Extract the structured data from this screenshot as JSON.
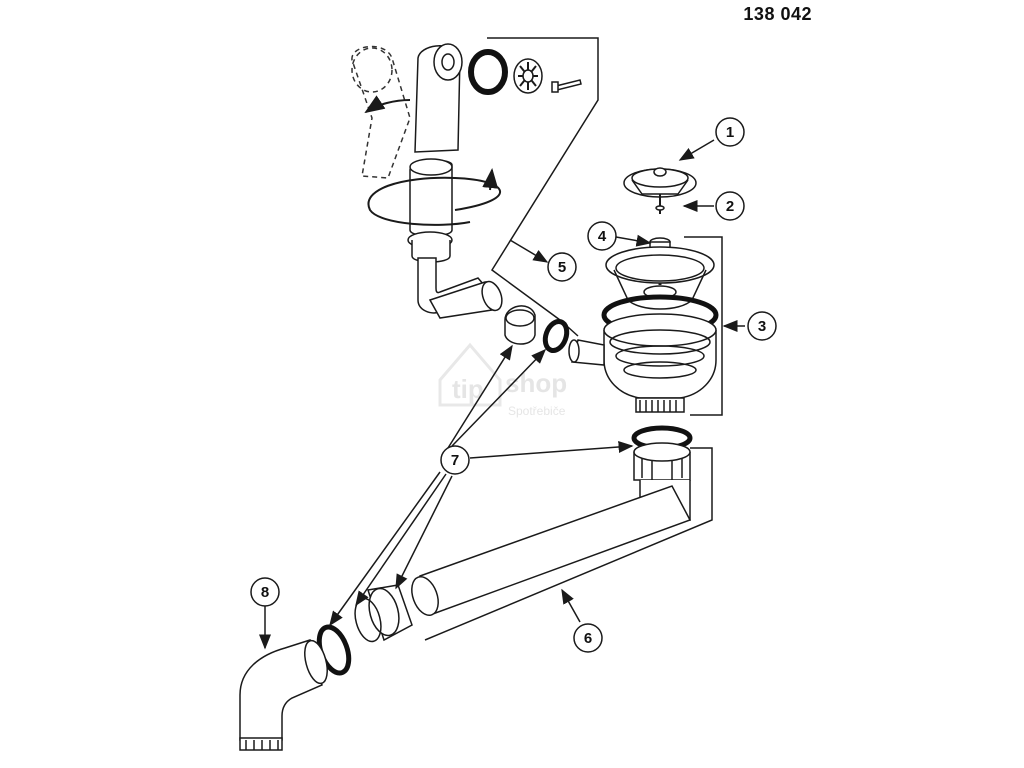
{
  "document": {
    "part_number": "138 042"
  },
  "callouts": [
    {
      "id": "c1",
      "label": "1"
    },
    {
      "id": "c2",
      "label": "2"
    },
    {
      "id": "c3",
      "label": "3"
    },
    {
      "id": "c4",
      "label": "4"
    },
    {
      "id": "c5",
      "label": "5"
    },
    {
      "id": "c6",
      "label": "6"
    },
    {
      "id": "c7",
      "label": "7"
    },
    {
      "id": "c8",
      "label": "8"
    }
  ],
  "watermark": {
    "logo_text": "tip",
    "shop_text": "shop",
    "sub_text": "Spotřebiče"
  },
  "colors": {
    "line": "#1a1a1a",
    "gasket": "#111111",
    "part_fill": "#ffffff",
    "dashed": "#333333",
    "watermark": "#e3e3e3"
  }
}
